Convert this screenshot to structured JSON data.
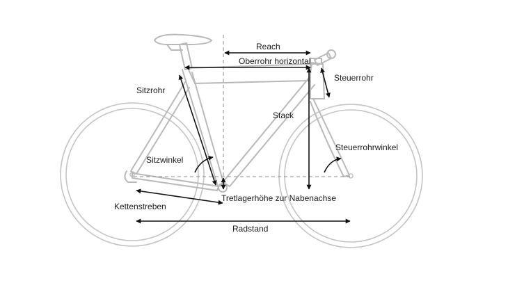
{
  "diagram": {
    "labels": {
      "reach": "Reach",
      "oberrohr_horizontal": "Oberrohr horizontal",
      "steuerrohr": "Steuerrohr",
      "sitzrohr": "Sitzrohr",
      "stack": "Stack",
      "sitzwinkel": "Sitzwinkel",
      "steuerrohrwinkel": "Steuerrohrwinkel",
      "tretlagerhoehe": "Tretlagerhöhe zur Nabenachse",
      "kettenstreben": "Kettenstreben",
      "radstand": "Radstand"
    },
    "colors": {
      "frame": "#b9b9b9",
      "dimension_lines": "#111111",
      "dashed_guides": "#8a8a8a"
    }
  }
}
